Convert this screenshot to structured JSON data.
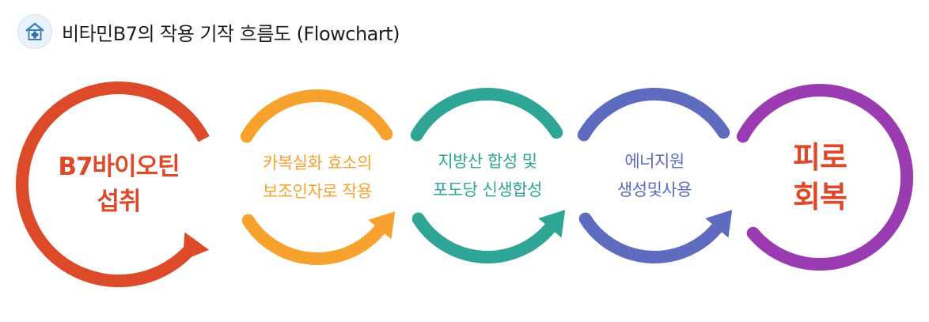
{
  "header": {
    "title": "비타민B7의 작용 기작 흐름도 (Flowchart)"
  },
  "colors": {
    "step1": "#dd4a2a",
    "step2": "#f8a22e",
    "step3": "#2fa596",
    "step4": "#5e6bbf",
    "step5": "#9a3bb1"
  },
  "steps": [
    {
      "lines": [
        "B7바이오틴",
        "섭취"
      ],
      "color_key": "step1"
    },
    {
      "lines": [
        "카복실화 효소의",
        "보조인자로 작용"
      ],
      "color_key": "step2"
    },
    {
      "lines": [
        "지방산 합성 및",
        "포도당 신생합성"
      ],
      "color_key": "step3"
    },
    {
      "lines": [
        "에너지원",
        "생성및사용"
      ],
      "color_key": "step4"
    },
    {
      "lines": [
        "피로",
        "회복"
      ],
      "color_key": "step5",
      "text_color_key": "step1"
    }
  ]
}
